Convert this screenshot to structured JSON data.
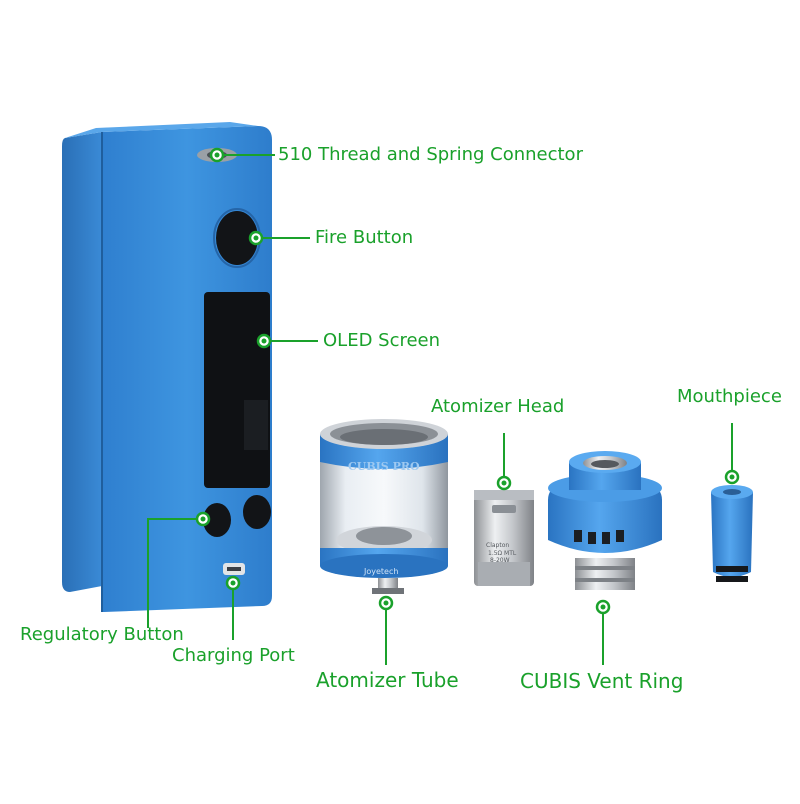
{
  "labels": {
    "thread": "510 Thread   and  Spring Connector",
    "fire": "Fire Button",
    "oled": "OLED Screen",
    "regulatory": "Regulatory  Button",
    "charging": "Charging  Port",
    "atomizer_head": "Atomizer Head",
    "mouthpiece": "Mouthpiece",
    "atomizer_tube": "Atomizer Tube",
    "vent_ring": "CUBIS Vent Ring"
  },
  "product_marks": {
    "tube_engraving": "CUBIS PRO",
    "coil_print": "Clapton 1.5Ω MTL 8-20W"
  },
  "colors": {
    "accent": "#1aa12b",
    "device_blue": "#3a8fd9",
    "screen": "#0f1114",
    "metal": "#c7c9cc"
  }
}
